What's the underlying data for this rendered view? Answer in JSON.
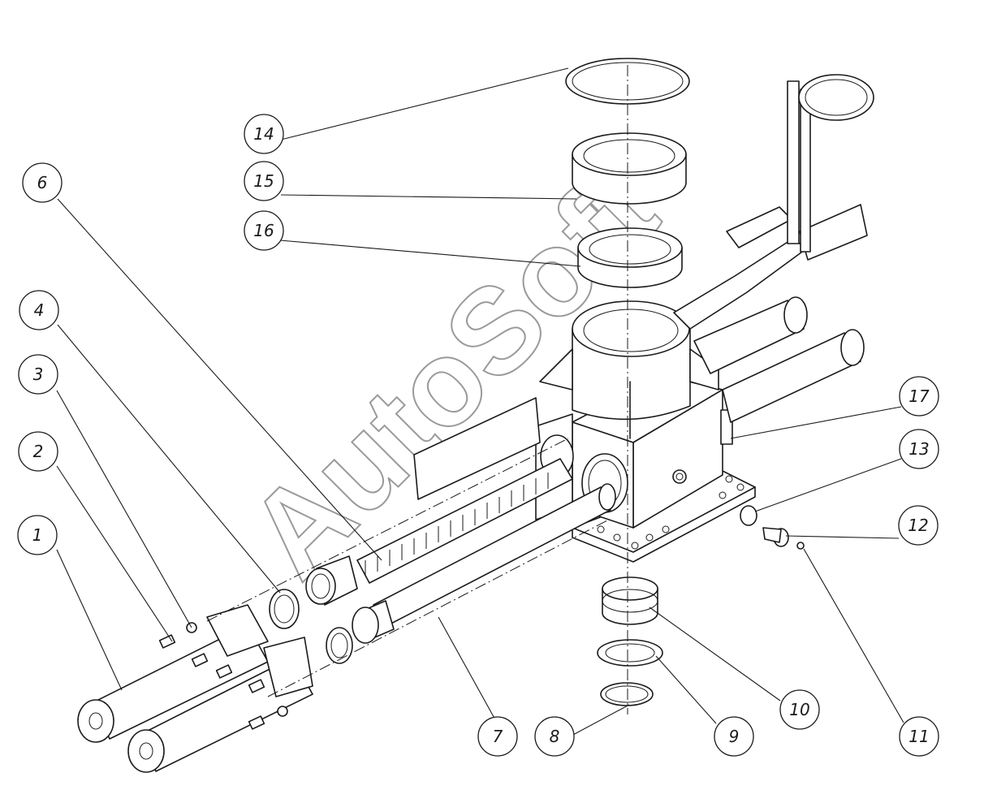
{
  "watermark": "AutoSoft",
  "balloons": [
    "1",
    "2",
    "3",
    "4",
    "6",
    "7",
    "8",
    "9",
    "10",
    "11",
    "12",
    "13",
    "14",
    "15",
    "16",
    "17"
  ]
}
